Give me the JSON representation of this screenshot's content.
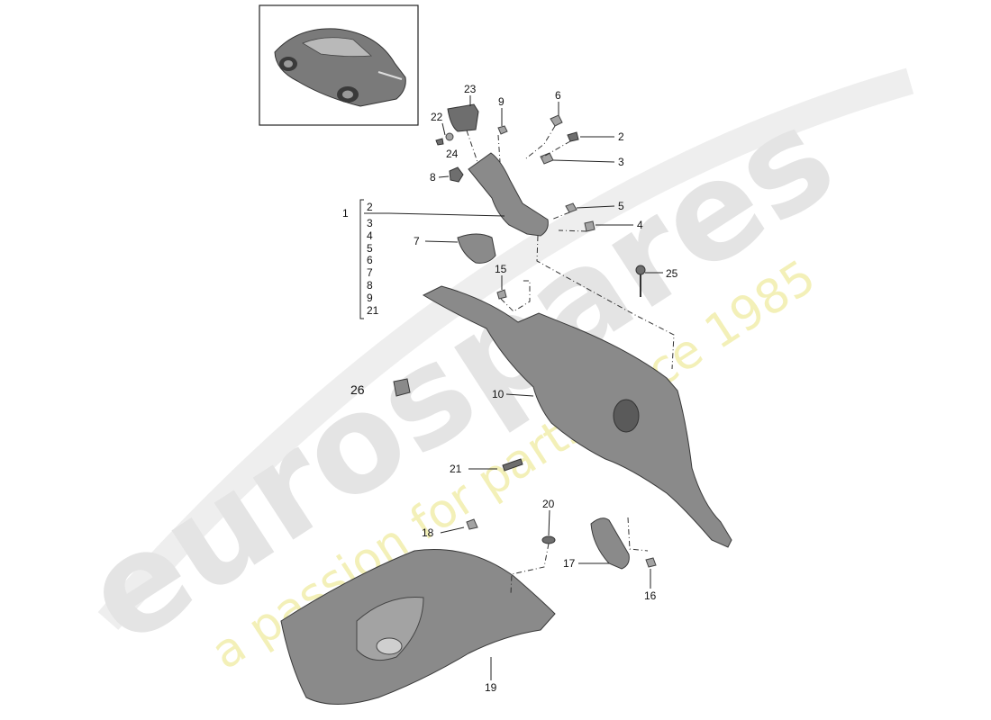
{
  "watermark": {
    "brand": "eurospares",
    "tagline": "a passion for parts since 1985"
  },
  "inset": {
    "description_icon": "car-thumbnail-icon"
  },
  "bracket_list": [
    "2",
    "3",
    "4",
    "5",
    "6",
    "7",
    "8",
    "9",
    "21"
  ],
  "callouts": {
    "c1": "1",
    "c2": "2",
    "c3": "3",
    "c4": "4",
    "c5": "5",
    "c6": "6",
    "c7": "7",
    "c8": "8",
    "c9": "9",
    "c10": "10",
    "c15": "15",
    "c16": "16",
    "c17": "17",
    "c18": "18",
    "c19": "19",
    "c20": "20",
    "c21": "21",
    "c22": "22",
    "c23": "23",
    "c24": "24",
    "c25": "25",
    "c26": "26"
  }
}
